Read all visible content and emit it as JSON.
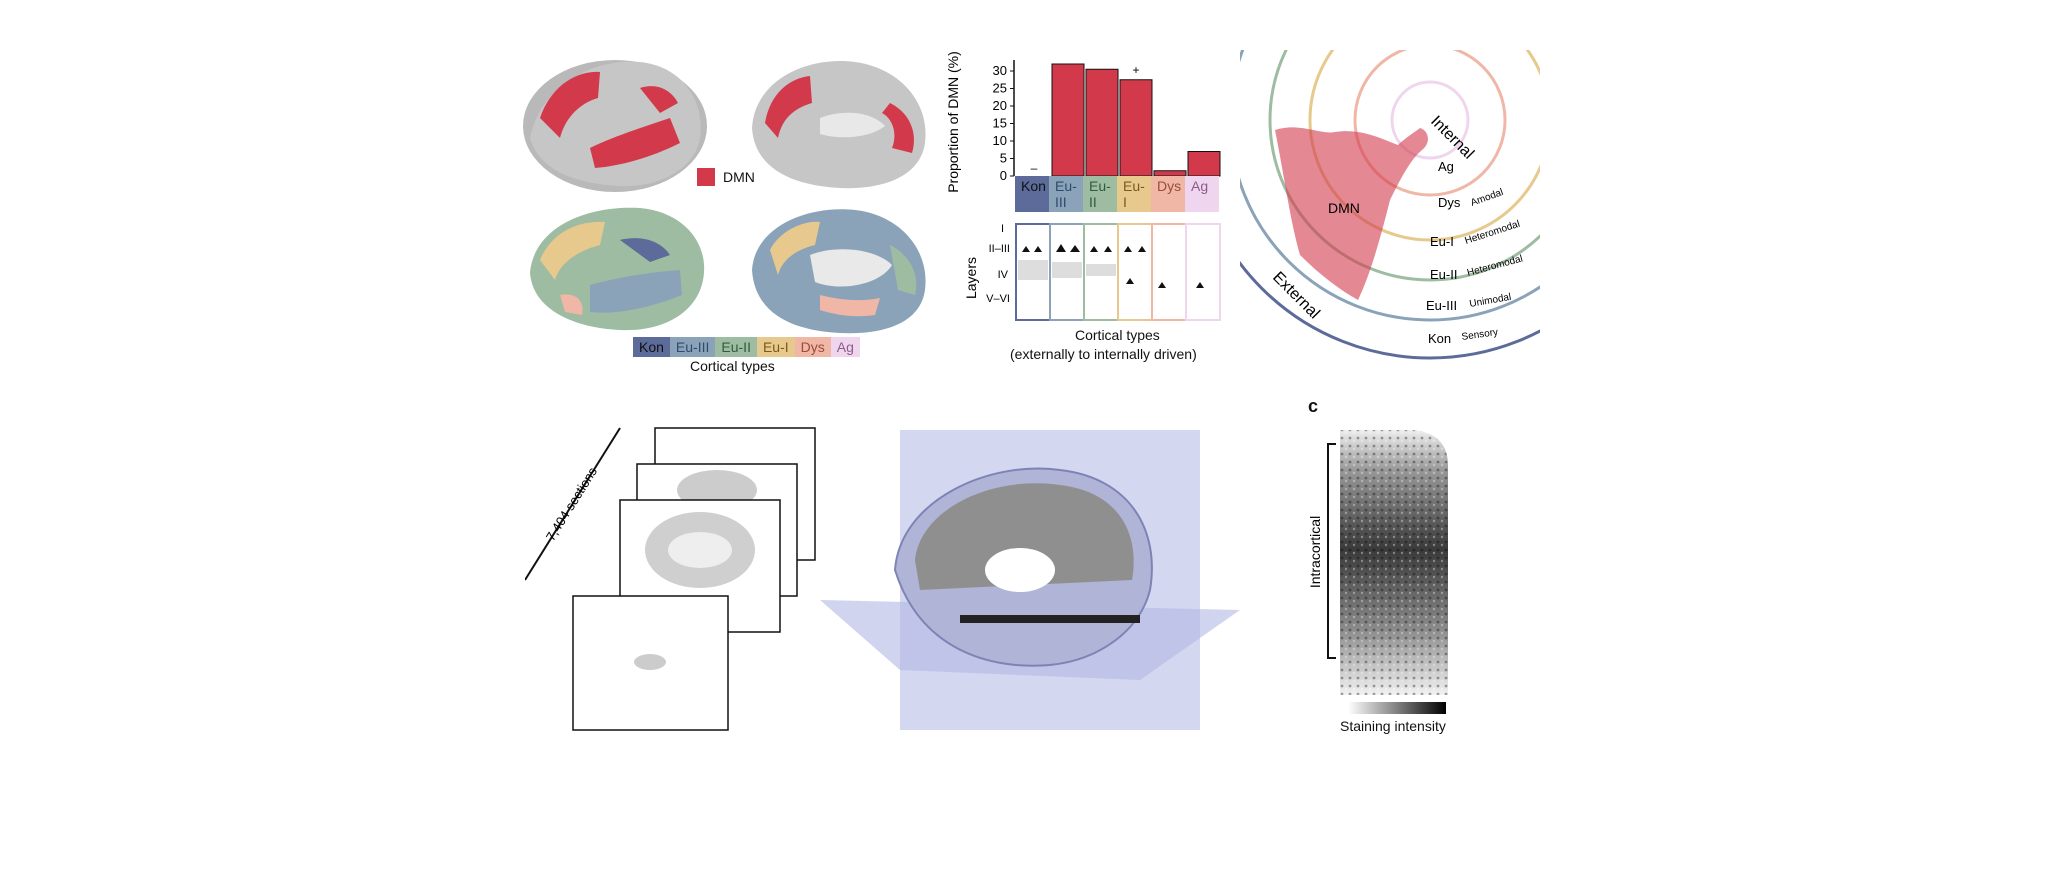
{
  "legend": {
    "dmn_label": "DMN",
    "cortical_types_caption": "Cortical types",
    "types": [
      "Kon",
      "Eu-III",
      "Eu-II",
      "Eu-I",
      "Dys",
      "Ag"
    ]
  },
  "colors": {
    "dmn": "#d23a4c",
    "kon": "#5c6b9a",
    "eu3": "#8aa3b8",
    "eu2": "#9dbca2",
    "eu1": "#e7c98e",
    "dys": "#f0b6a6",
    "ag": "#efd6ee"
  },
  "chart_data": {
    "type": "bar",
    "ylabel": "Proportion of DMN (%)",
    "categories": [
      "Kon",
      "Eu-III",
      "Eu-II",
      "Eu-I",
      "Dys",
      "Ag"
    ],
    "values": [
      0,
      32,
      30.5,
      27.5,
      1.5,
      7
    ],
    "ylim": [
      0,
      32
    ],
    "yticks": [
      0,
      5,
      10,
      15,
      20,
      25,
      30
    ],
    "annotations": [
      "–",
      "+"
    ]
  },
  "layers": {
    "axis_label": "Layers",
    "rows": [
      "I",
      "II–III",
      "IV",
      "V–VI"
    ],
    "caption_line1": "Cortical types",
    "caption_line2": "(externally to internally driven)"
  },
  "radial": {
    "internal": "Internal",
    "external": "External",
    "dmn": "DMN",
    "rings": [
      {
        "name": "Ag",
        "desc": ""
      },
      {
        "name": "Dys",
        "desc": "Amodal"
      },
      {
        "name": "Eu-I",
        "desc": "Heteromodal"
      },
      {
        "name": "Eu-II",
        "desc": "Heteromodal"
      },
      {
        "name": "Eu-III",
        "desc": "Unimodal"
      },
      {
        "name": "Kon",
        "desc": "Sensory"
      }
    ]
  },
  "sections": {
    "label": "7,404 sections"
  },
  "panel_c": {
    "letter": "c",
    "axis_label": "Intracortical",
    "scale_label": "Staining intensity"
  }
}
